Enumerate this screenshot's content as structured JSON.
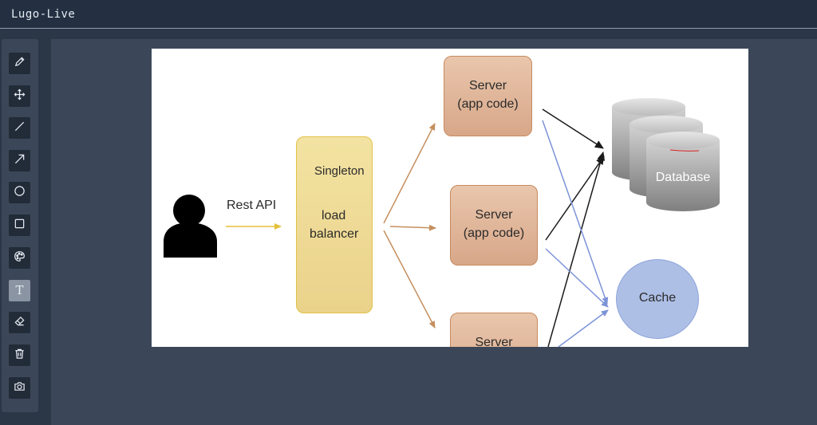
{
  "app": {
    "title": "Lugo-Live"
  },
  "toolbar": {
    "tools": [
      {
        "name": "pencil",
        "icon": "pencil-icon",
        "active": false
      },
      {
        "name": "move",
        "icon": "move-icon",
        "active": false
      },
      {
        "name": "line",
        "icon": "line-icon",
        "active": false
      },
      {
        "name": "arrow",
        "icon": "arrow-icon",
        "active": false
      },
      {
        "name": "circle",
        "icon": "circle-icon",
        "active": false
      },
      {
        "name": "rectangle",
        "icon": "rectangle-icon",
        "active": false
      },
      {
        "name": "color",
        "icon": "palette-icon",
        "active": false
      },
      {
        "name": "text",
        "icon": "text-icon",
        "active": true,
        "glyph": "T"
      },
      {
        "name": "eraser",
        "icon": "eraser-icon",
        "active": false
      },
      {
        "name": "delete",
        "icon": "trash-icon",
        "active": false
      },
      {
        "name": "snapshot",
        "icon": "camera-icon",
        "active": false
      }
    ]
  },
  "diagram": {
    "user_label": "Rest API",
    "lb": {
      "line1": "Singleton",
      "line2": "load",
      "line3": "balancer"
    },
    "servers": [
      {
        "line1": "Server",
        "line2": "(app code)"
      },
      {
        "line1": "Server",
        "line2": "(app code)"
      },
      {
        "line1": "Server"
      }
    ],
    "database_label": "Database",
    "cache_label": "Cache",
    "colors": {
      "user": "#000000",
      "arrow_user": "#e5c13a",
      "arrow_lb": "#c58f5e",
      "arrow_db": "#1a1a1a",
      "arrow_cache": "#7d93d8",
      "annotation_stroke": "#d62020"
    }
  }
}
